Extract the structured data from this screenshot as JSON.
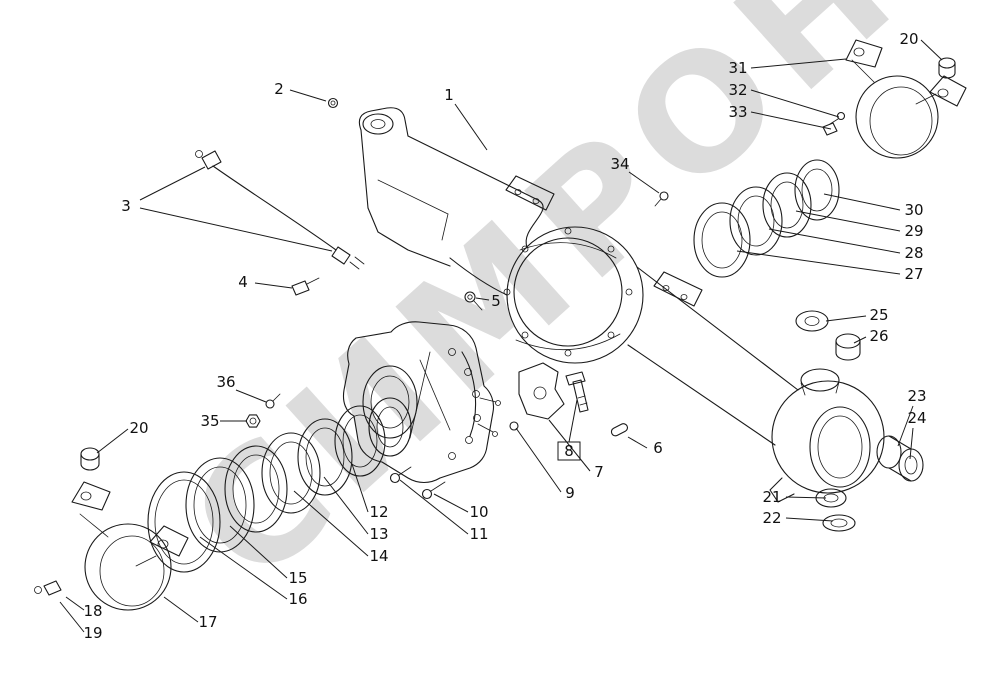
{
  "diagram": {
    "watermark": "СИМРОН",
    "type": "exploded-parts-diagram",
    "colors": {
      "line": "#1a1a1a",
      "watermark": "#dcdcdc",
      "background": "#ffffff"
    }
  },
  "callouts": [
    {
      "label": "1"
    },
    {
      "label": "2"
    },
    {
      "label": "3"
    },
    {
      "label": "4"
    },
    {
      "label": "5"
    },
    {
      "label": "6"
    },
    {
      "label": "7"
    },
    {
      "label": "8",
      "boxed": true
    },
    {
      "label": "9"
    },
    {
      "label": "10"
    },
    {
      "label": "11"
    },
    {
      "label": "12"
    },
    {
      "label": "13"
    },
    {
      "label": "14"
    },
    {
      "label": "15"
    },
    {
      "label": "16"
    },
    {
      "label": "17"
    },
    {
      "label": "18"
    },
    {
      "label": "19"
    },
    {
      "label": "20"
    },
    {
      "label": "20"
    },
    {
      "label": "21"
    },
    {
      "label": "22"
    },
    {
      "label": "23"
    },
    {
      "label": "24"
    },
    {
      "label": "25"
    },
    {
      "label": "26"
    },
    {
      "label": "27"
    },
    {
      "label": "28"
    },
    {
      "label": "29"
    },
    {
      "label": "30"
    },
    {
      "label": "31"
    },
    {
      "label": "32"
    },
    {
      "label": "33"
    },
    {
      "label": "34"
    },
    {
      "label": "35"
    },
    {
      "label": "36"
    }
  ]
}
